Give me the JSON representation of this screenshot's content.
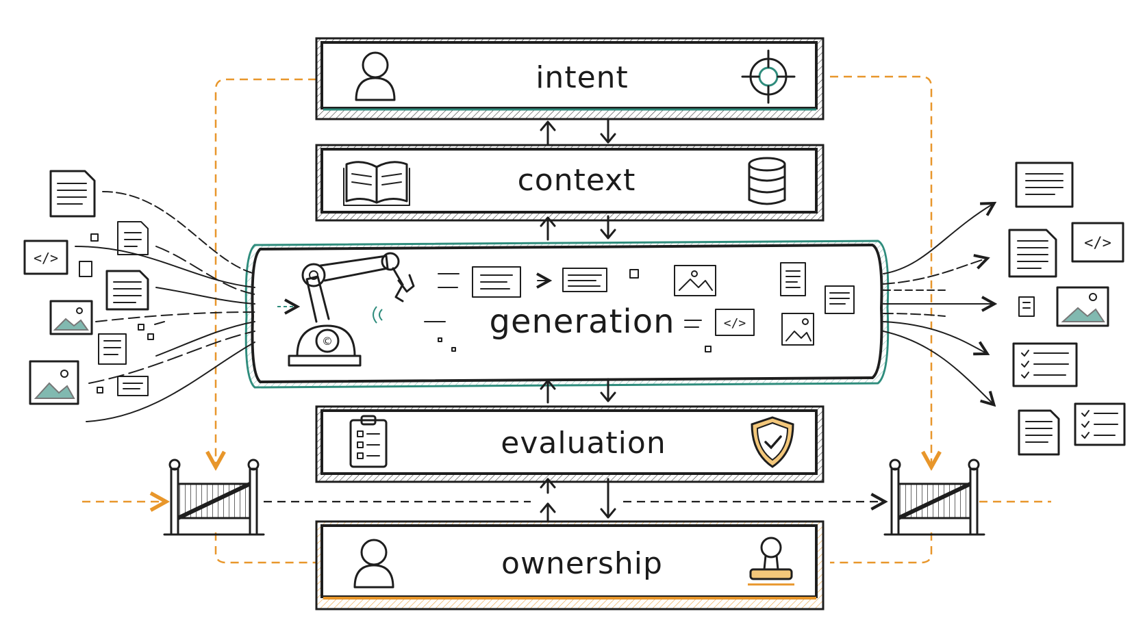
{
  "layers": {
    "intent": "intent",
    "context": "context",
    "generation": "generation",
    "evaluation": "evaluation",
    "ownership": "ownership"
  },
  "icons": {
    "intent_left": "person-icon",
    "intent_right": "target-icon",
    "context_left": "book-icon",
    "context_right": "database-icon",
    "generation_left": "robot-arm-icon",
    "evaluation_left": "clipboard-checklist-icon",
    "evaluation_right": "shield-check-icon",
    "ownership_left": "person-icon",
    "ownership_right": "stamp-icon",
    "gate": "gate-icon"
  },
  "colors": {
    "ink": "#1e1e1e",
    "teal_accent": "#2e8c7c",
    "orange_accent": "#e8962a",
    "background": "#ffffff"
  }
}
